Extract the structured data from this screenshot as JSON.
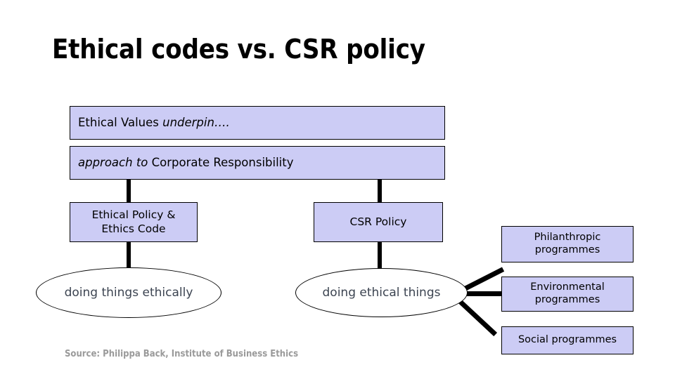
{
  "slide": {
    "title": "Ethical codes vs. CSR policy",
    "source": "Source: Philippa Back, Institute of Business Ethics",
    "colors": {
      "background": "#ffffff",
      "box_fill": "#cccdf5",
      "box_border": "#000000",
      "connector": "#000000",
      "ellipse_fill": "#ffffff",
      "ellipse_text": "#3c4451",
      "title_text": "#000000",
      "source_text": "#9a9a9a"
    }
  },
  "banners": [
    {
      "id": "ethical-values-banner",
      "plain_prefix": "Ethical Values ",
      "italic_part": "underpin….",
      "plain_suffix": ""
    },
    {
      "id": "approach-banner",
      "plain_prefix": "",
      "italic_part": "approach to",
      "plain_suffix": " Corporate Responsibility"
    }
  ],
  "policy_boxes": [
    {
      "id": "ethical-policy-box",
      "line1": "Ethical Policy &",
      "line2": "Ethics Code"
    },
    {
      "id": "csr-policy-box",
      "line1": "CSR Policy",
      "line2": ""
    }
  ],
  "ellipses": [
    {
      "id": "doing-things-ethically",
      "label": "doing things ethically"
    },
    {
      "id": "doing-ethical-things",
      "label": "doing ethical things"
    }
  ],
  "programme_boxes": [
    {
      "id": "philanthropic-programmes",
      "line1": "Philanthropic",
      "line2": "programmes"
    },
    {
      "id": "environmental-programmes",
      "line1": "Environmental",
      "line2": "programmes"
    },
    {
      "id": "social-programmes",
      "line1": "Social programmes",
      "line2": ""
    }
  ]
}
